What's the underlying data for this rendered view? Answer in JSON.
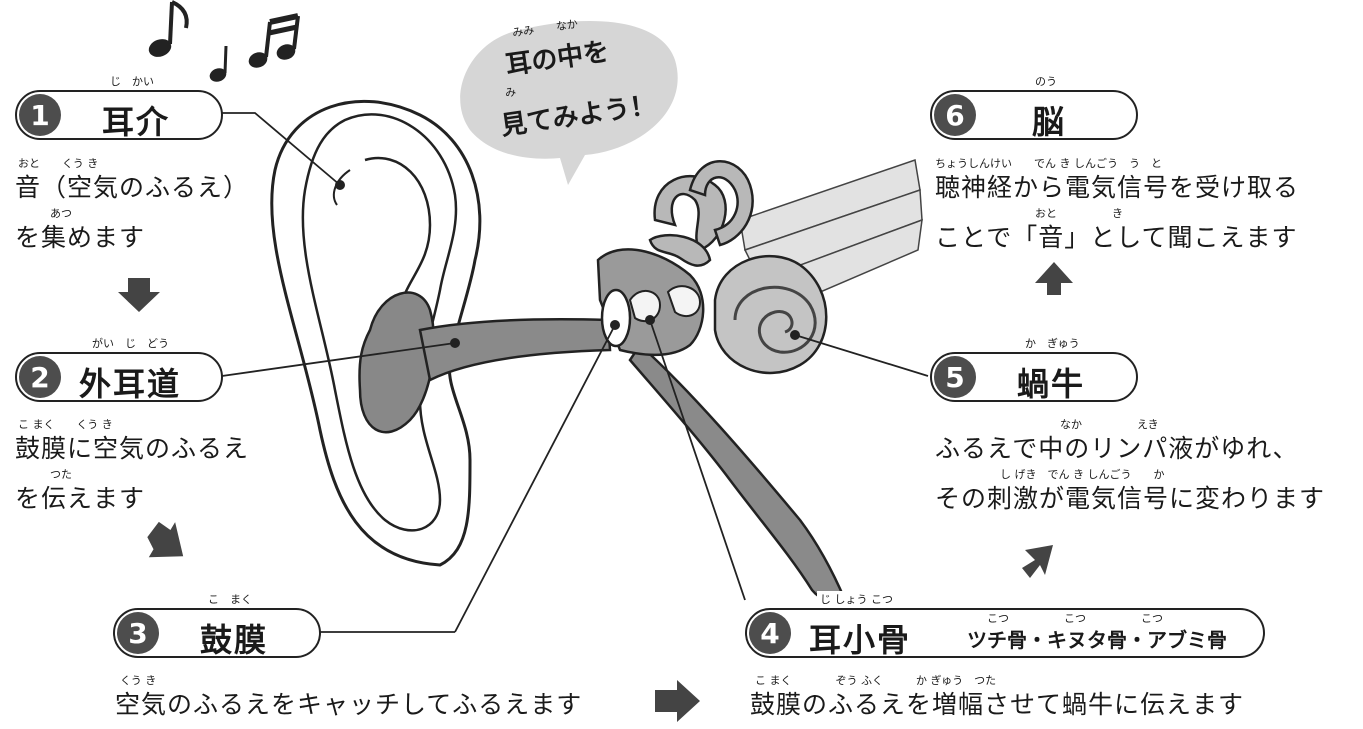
{
  "bubble": {
    "line1": "耳の中を",
    "line2": "見てみよう！",
    "ruby1": "みみ　　なか",
    "ruby2": "み"
  },
  "steps": [
    {
      "num": "1",
      "name": "耳介",
      "ruby": "じ　かい",
      "desc1": "音（空気のふるえ）",
      "desc2": "を集めます",
      "desc_ruby1": "おと　　くう き",
      "desc_ruby2": "あつ"
    },
    {
      "num": "2",
      "name": "外耳道",
      "ruby": "がい　じ　どう",
      "desc1": "鼓膜に空気のふるえ",
      "desc2": "を伝えます",
      "desc_ruby1": "こ まく　　くう き",
      "desc_ruby2": "つた"
    },
    {
      "num": "3",
      "name": "鼓膜",
      "ruby": "こ　まく",
      "desc1": "空気のふるえをキャッチしてふるえます",
      "desc_ruby1": "くう き"
    },
    {
      "num": "4",
      "name": "耳小骨",
      "ruby": "じ しょう こつ",
      "sub": "ツチ骨・キヌタ骨・アブミ骨",
      "sub_ruby": "こつ　　　　　こつ　　　　　こつ",
      "desc1": "鼓膜のふるえを増幅させて蝸牛に伝えます",
      "desc_ruby1": "こ まく　　　　ぞう ふく　　　か ぎゅう　つた"
    },
    {
      "num": "5",
      "name": "蝸牛",
      "ruby": "か　ぎゅう",
      "desc1": "ふるえで中のリンパ液がゆれ、",
      "desc2": "その刺激が電気信号に変わります",
      "desc_ruby1": "なか　　　　　えき",
      "desc_ruby2": "し げき　でん き しんごう　　か"
    },
    {
      "num": "6",
      "name": "脳",
      "ruby": "のう",
      "desc1": "聴神経から電気信号を受け取る",
      "desc2": "ことで「音」として聞こえます",
      "desc_ruby1": "ちょうしんけい　　でん き しんごう　う　と",
      "desc_ruby2": "おと　　　　　き"
    }
  ],
  "icons": [
    "music-note-icon",
    "arrow-down-icon",
    "arrow-right-icon",
    "arrow-up-icon"
  ],
  "colors": {
    "dark": "#4d4d4d",
    "mid_gray": "#9a9a9a",
    "light_gray": "#cfcfcf",
    "bubble": "#d6d6d6"
  }
}
